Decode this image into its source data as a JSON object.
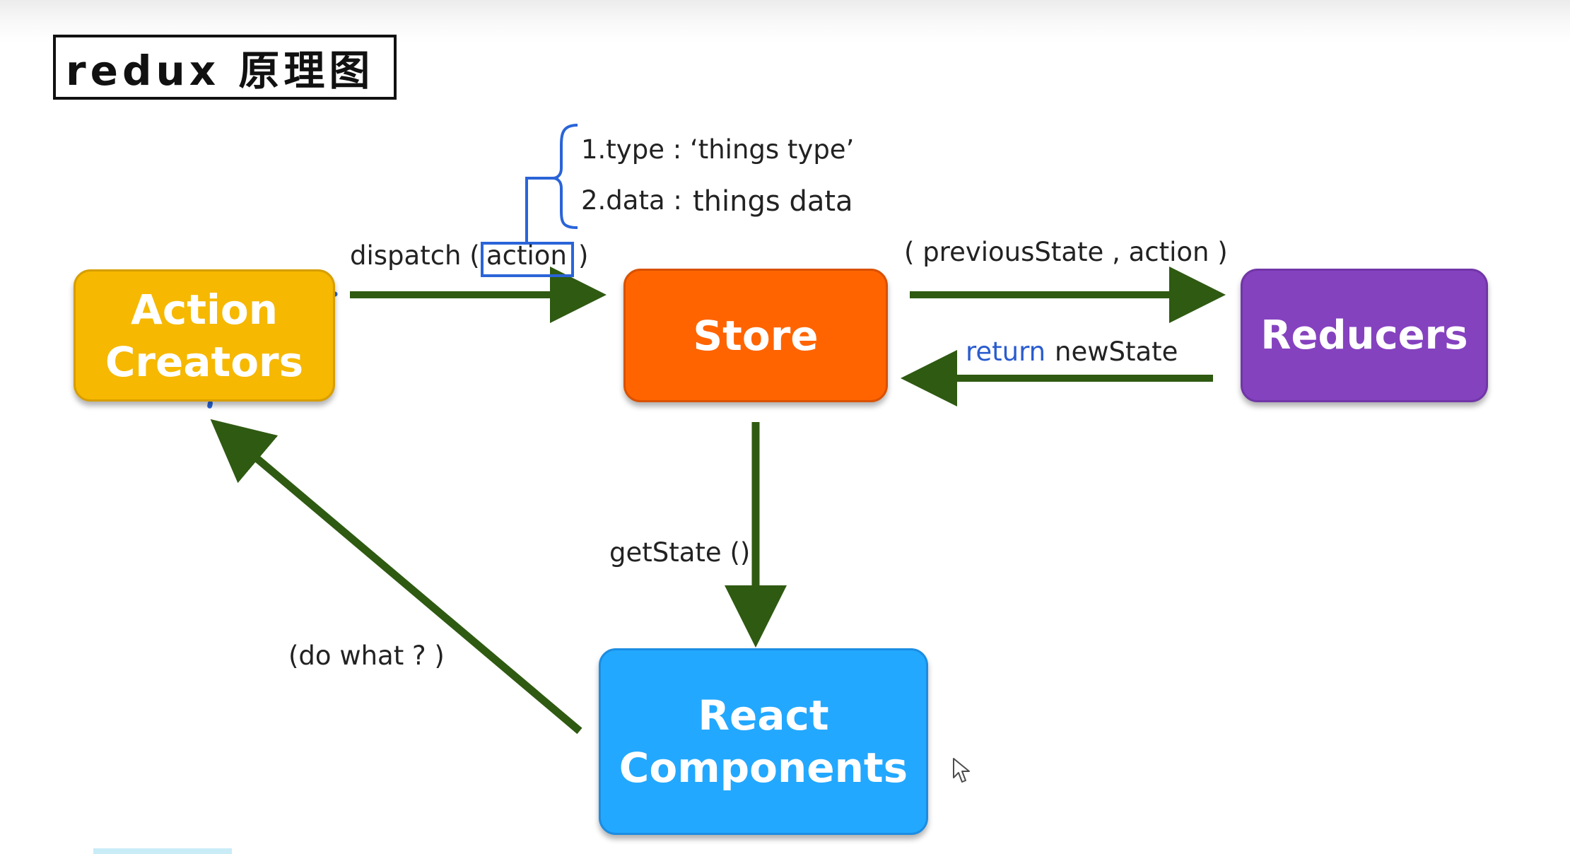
{
  "title": "redux 原理图",
  "nodes": {
    "action_creators": "Action\nCreators",
    "store": "Store",
    "reducers": "Reducers",
    "react_components": "React\nComponents"
  },
  "edges": {
    "dispatch_prefix": "dispatch (",
    "dispatch_arg": "action",
    "dispatch_suffix": ")",
    "previous_state": "( previousState , action )",
    "return_keyword": "return",
    "new_state": "newState",
    "get_state": "getState ()",
    "do_what": "(do what ? )"
  },
  "action_fields": {
    "type": "1.type : ‘things type’",
    "data_label": "2.data :",
    "data_value": "things data"
  },
  "colors": {
    "action_creators": "#f6b800",
    "store": "#ff6400",
    "reducers": "#8542bf",
    "react_components": "#23a8ff",
    "arrow": "#2f5a12",
    "annotation": "#2a64d8"
  }
}
